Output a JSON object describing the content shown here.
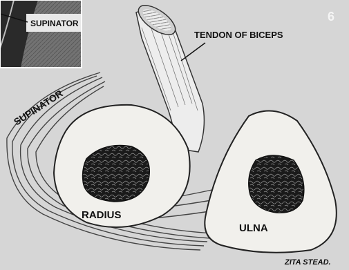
{
  "figure_label": "6",
  "inset_label": "SUPINATOR",
  "labels": {
    "tendon": "TENDON OF BICEPS",
    "supinator": "SUPINATOR",
    "radius": "RADIUS",
    "ulna": "ULNA"
  },
  "signature": "ZITA STEAD.",
  "colors": {
    "background": "#d6d6d6",
    "bone_surface": "#f1f0ec",
    "marrow": "#1a1a1a",
    "ink": "#111111"
  }
}
